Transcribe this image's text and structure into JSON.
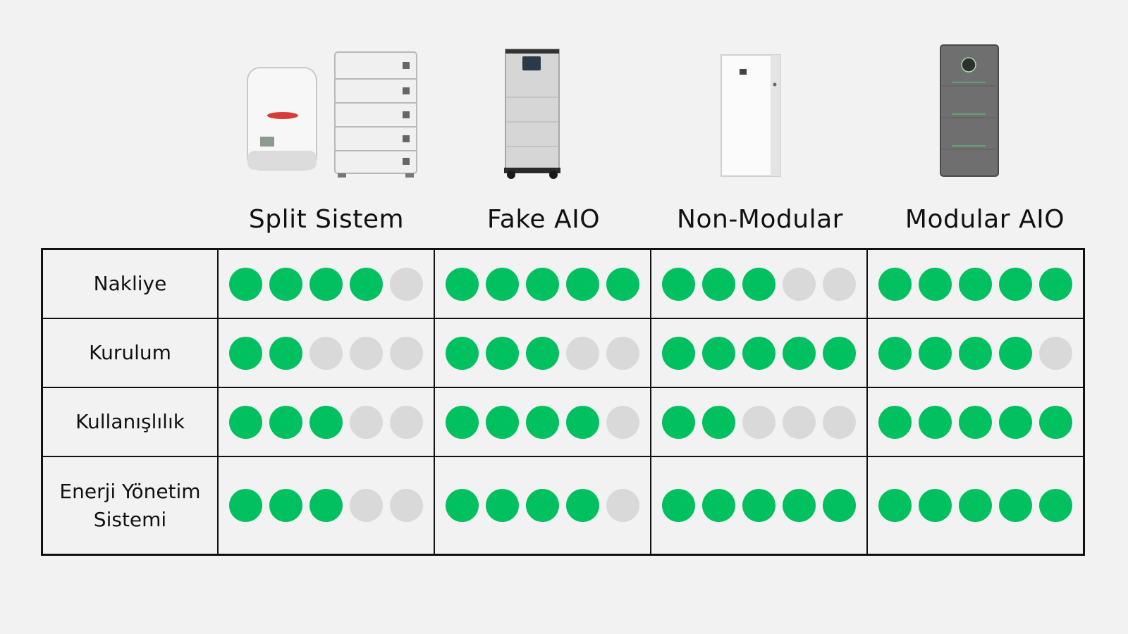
{
  "chart_data": {
    "type": "table",
    "max_score": 5,
    "columns": [
      "Split Sistem",
      "Fake AIO",
      "Non-Modular",
      "Modular AIO"
    ],
    "rows": [
      {
        "label": "Nakliye",
        "scores": [
          4,
          5,
          3,
          5
        ]
      },
      {
        "label": "Kurulum",
        "scores": [
          2,
          3,
          5,
          4
        ]
      },
      {
        "label": "Kullanışlılık",
        "scores": [
          3,
          4,
          2,
          5
        ]
      },
      {
        "label": "Enerji Yönetim Sistemi",
        "scores": [
          3,
          4,
          5,
          5
        ]
      }
    ],
    "colors": {
      "filled": "#00c060",
      "empty": "#d9d9d9",
      "border": "#111111"
    }
  },
  "products": [
    {
      "name": "split-system-inverter-and-battery-stack",
      "icon": "split-system-image"
    },
    {
      "name": "fake-aio-cabinet-on-wheels",
      "icon": "fake-aio-image"
    },
    {
      "name": "non-modular-white-battery",
      "icon": "non-modular-image"
    },
    {
      "name": "modular-aio-dark-cabinet",
      "icon": "modular-aio-image"
    }
  ]
}
